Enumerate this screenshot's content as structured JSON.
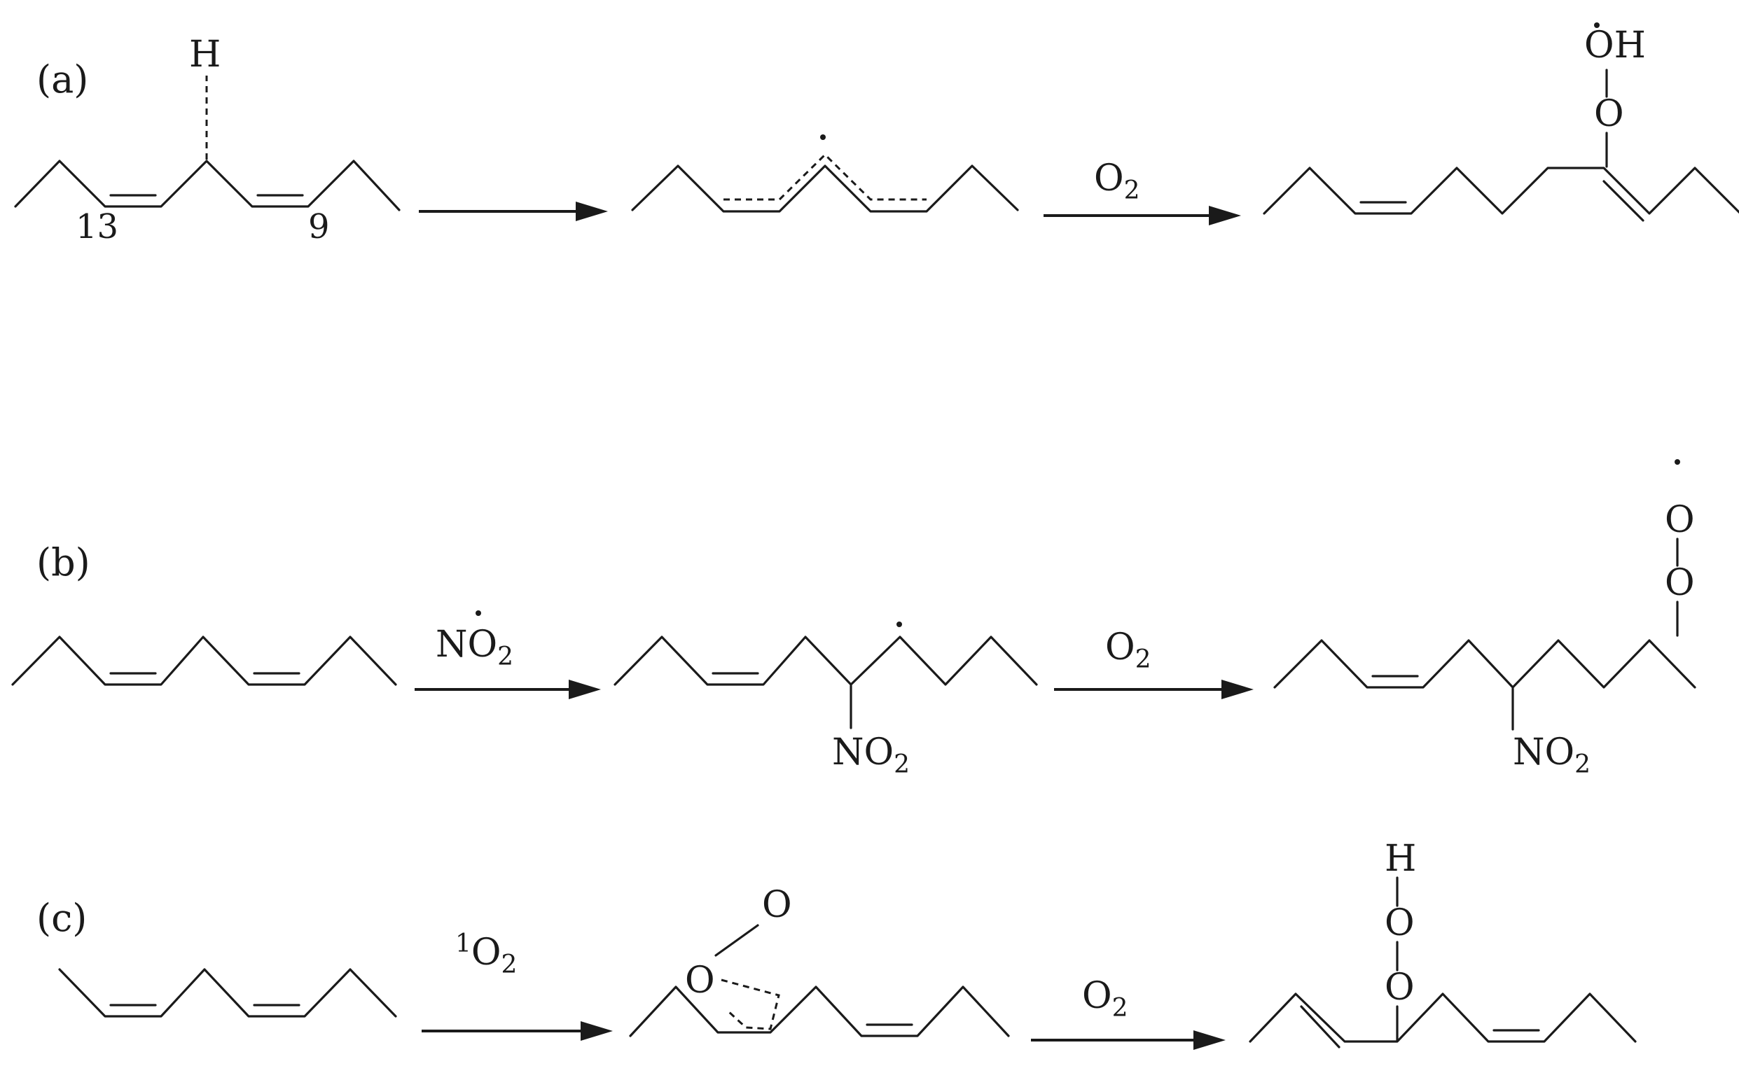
{
  "panels": {
    "a": {
      "label": "(a)",
      "reactant_h": "H",
      "locant_13": "13",
      "locant_9": "9",
      "reagent_2": "O",
      "reagent_2_sub": "2",
      "product_o": "O",
      "product_oh": "OH"
    },
    "b": {
      "label": "(b)",
      "reagent_1": "NO",
      "reagent_1_sub": "2",
      "intermediate_no": "NO",
      "intermediate_no_sub": "2",
      "reagent_2": "O",
      "reagent_2_sub": "2",
      "product_o1": "O",
      "product_o2": "O",
      "product_no": "NO",
      "product_no_sub": "2"
    },
    "c": {
      "label": "(c)",
      "reagent_1_sup": "1",
      "reagent_1": "O",
      "reagent_1_sub": "2",
      "intermediate_o1": "O",
      "intermediate_o2": "O",
      "reagent_2": "O",
      "reagent_2_sub": "2",
      "product_h": "H",
      "product_o1": "O",
      "product_o2": "O"
    }
  },
  "colors": {
    "ink": "#1a1a1a",
    "background": "#ffffff"
  }
}
